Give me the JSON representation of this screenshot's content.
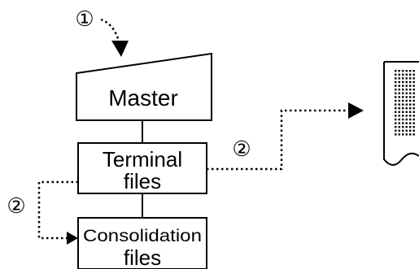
{
  "diagram": {
    "step_1": "①",
    "step_2": "②",
    "master": "Master",
    "terminal_line1": "Terminal",
    "terminal_line2": "files",
    "consolidation_line1": "Consolidation",
    "consolidation_line2": "files"
  },
  "colors": {
    "stroke": "#000000",
    "background": "#ffffff"
  },
  "icons": {
    "printout": "printed-report-icon"
  }
}
